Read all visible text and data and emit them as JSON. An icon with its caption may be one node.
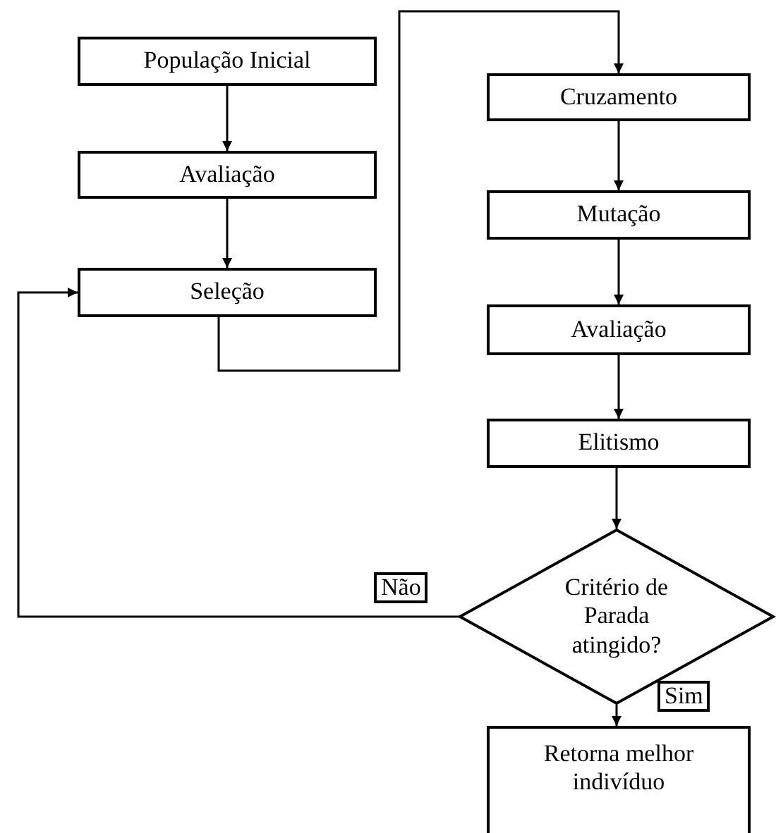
{
  "diagram": {
    "nodes": [
      {
        "text": [
          "População Inicial"
        ]
      },
      {
        "text": [
          "Avaliação"
        ]
      },
      {
        "text": [
          "Seleção"
        ]
      },
      {
        "text": [
          "Cruzamento"
        ]
      },
      {
        "text": [
          "Mutação"
        ]
      },
      {
        "text": [
          "Avaliação"
        ]
      },
      {
        "text": [
          "Elitismo"
        ]
      },
      {
        "text": [
          "Critério de Parada atingido?"
        ]
      },
      {
        "text": [
          "Retorna melhor indivíduo"
        ]
      }
    ],
    "edges": [
      {
        "from": 0,
        "to": 1,
        "arrow": "to"
      },
      {
        "from": 1,
        "to": 2,
        "arrow": "to"
      },
      {
        "from": 2,
        "to": 3,
        "arrow": "to"
      },
      {
        "from": 3,
        "to": 4,
        "arrow": "to"
      },
      {
        "from": 4,
        "to": 5,
        "arrow": "to"
      },
      {
        "from": 5,
        "to": 6,
        "arrow": "to"
      },
      {
        "from": 6,
        "to": 7,
        "arrow": "to"
      },
      {
        "from": 7,
        "to": 2,
        "label": "Não",
        "arrow": "to"
      },
      {
        "from": 7,
        "to": 8,
        "label": "Sim",
        "arrow": "to"
      }
    ]
  }
}
